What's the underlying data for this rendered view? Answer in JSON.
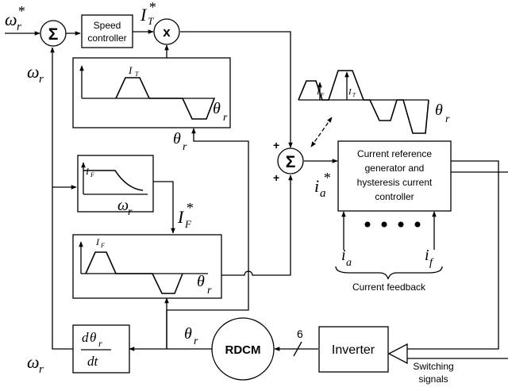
{
  "blocks": {
    "speed_controller": [
      "Speed",
      "controller"
    ],
    "current_ref": [
      "Current reference",
      "generator and",
      "hysteresis current",
      "controller"
    ],
    "rdcm": "RDCM",
    "inverter": "Inverter"
  },
  "operators": {
    "sum": "Σ",
    "multiply": "x",
    "plus": "+"
  },
  "labels": {
    "omega": "ω",
    "sub_r": "r",
    "star": "*",
    "I": "I",
    "sub_T": "T",
    "sub_F": "F",
    "theta": "θ",
    "i": "i",
    "sub_a": "a",
    "sub_f": "f",
    "d": "d",
    "dt": "dt",
    "six": "6",
    "current_feedback": "Current feedback",
    "switching_signals": [
      "Switching",
      "signals"
    ]
  }
}
